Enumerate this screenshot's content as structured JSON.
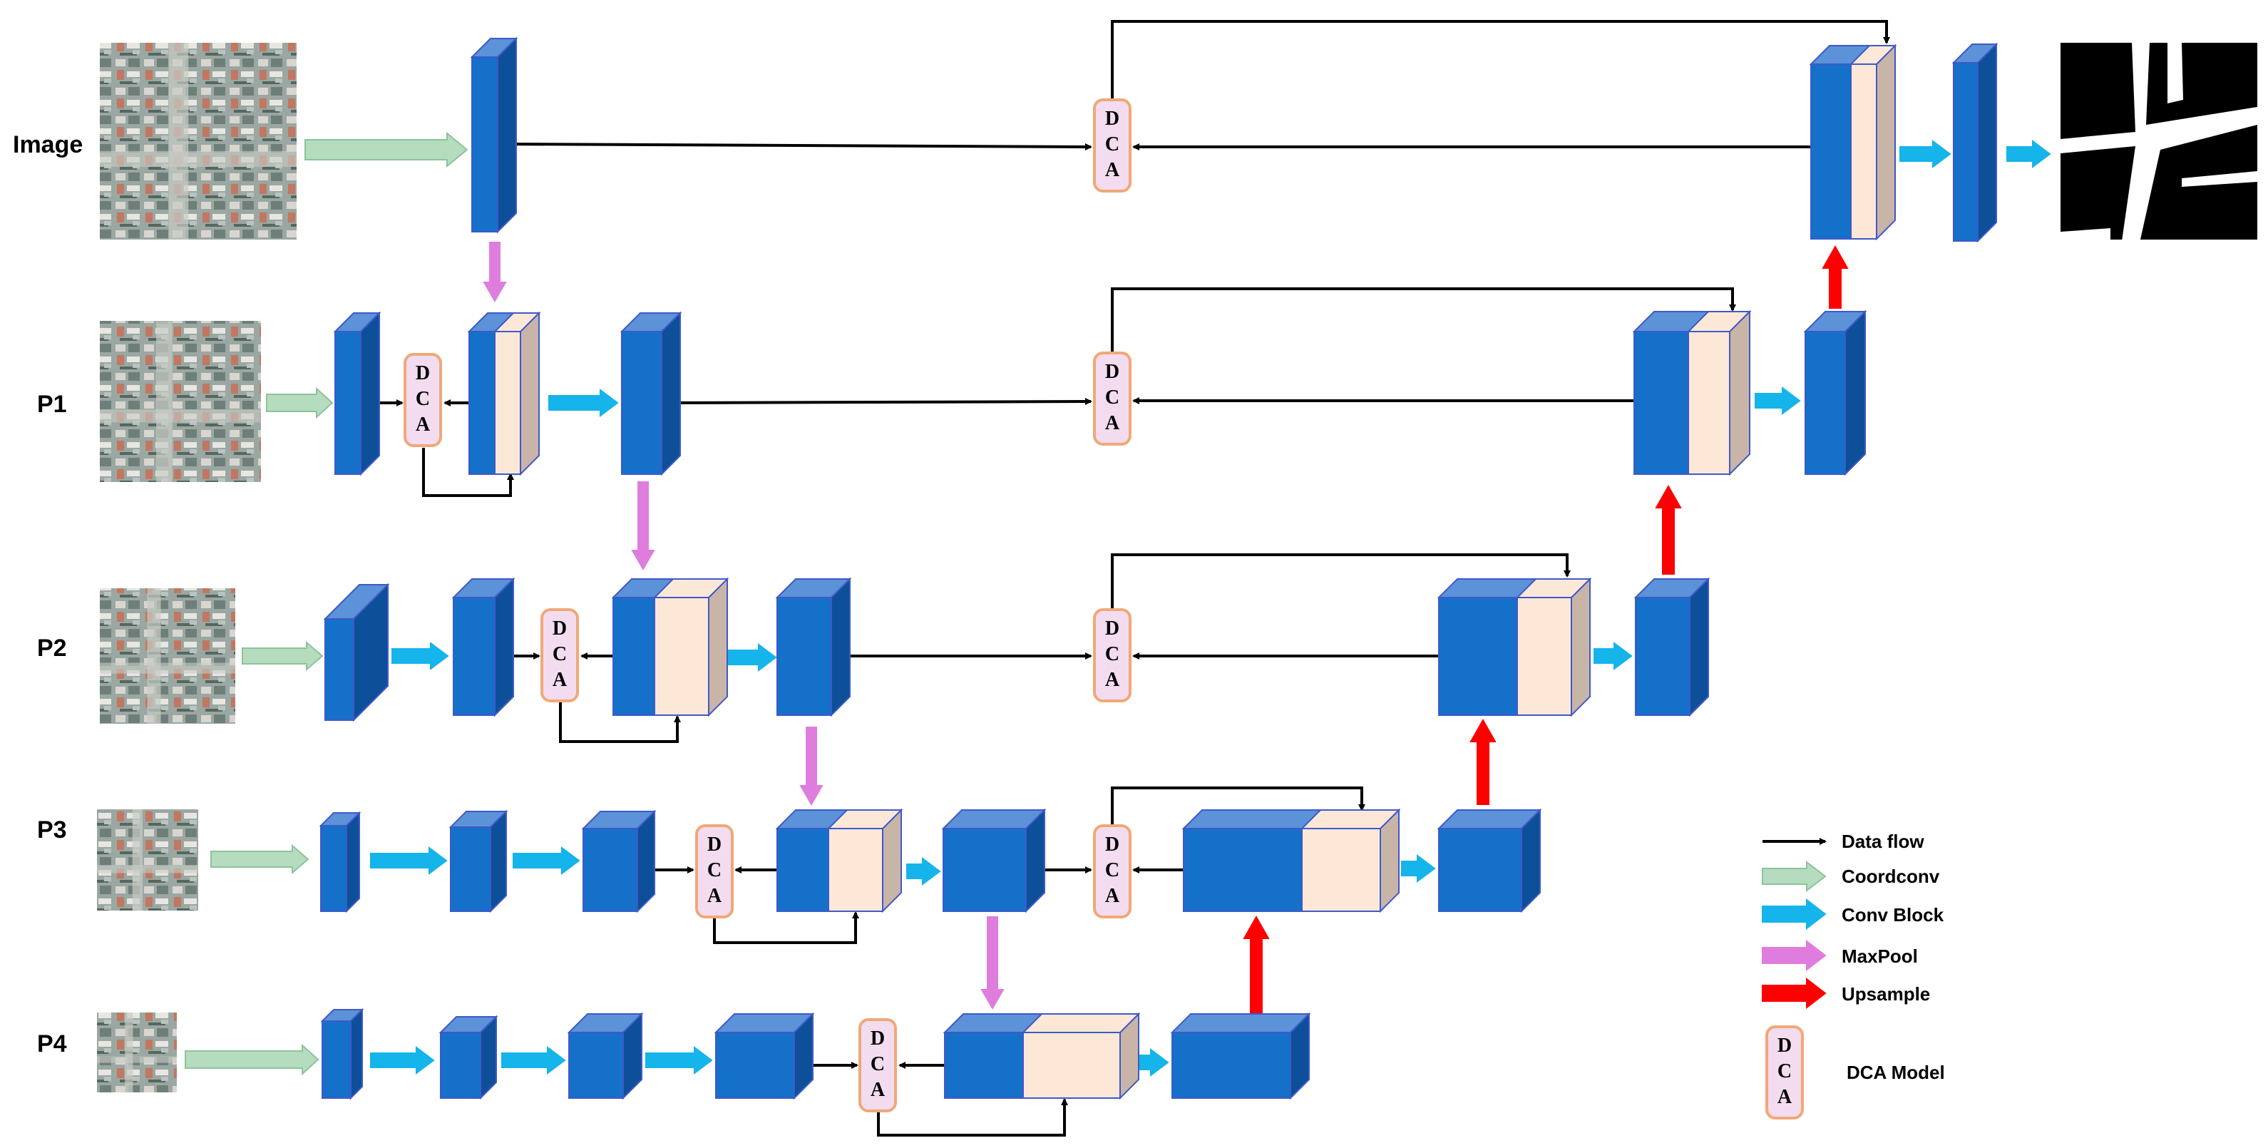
{
  "rows": [
    {
      "label": "Image"
    },
    {
      "label": "P1"
    },
    {
      "label": "P2"
    },
    {
      "label": "P3"
    },
    {
      "label": "P4"
    }
  ],
  "dca_letters": [
    "D",
    "C",
    "A"
  ],
  "legend": [
    {
      "label": "Data flow",
      "icon": "black-arrow"
    },
    {
      "label": "Coordconv",
      "icon": "light-green-arrow",
      "color": "#b5dcbf"
    },
    {
      "label": "Conv Block",
      "icon": "cyan-arrow",
      "color": "#15b4ea"
    },
    {
      "label": "MaxPool",
      "icon": "violet-arrow",
      "color": "#df7ddf"
    },
    {
      "label": "Upsample",
      "icon": "red-arrow",
      "color": "#ff0000"
    },
    {
      "label": "DCA Model",
      "icon": "dca-box"
    }
  ],
  "colors": {
    "block_front": "#1570c9",
    "block_top": "#5b92d8",
    "block_side": "#0d4f98",
    "concat_front": "#fde8d8",
    "concat_side": "#c9b5a8",
    "dca_fill": "#f3dcef",
    "dca_border": "#f0a878",
    "coordconv": "#b5dcbf",
    "convblock": "#15b4ea",
    "maxpool": "#df7ddf",
    "upsample": "#ff0000"
  }
}
